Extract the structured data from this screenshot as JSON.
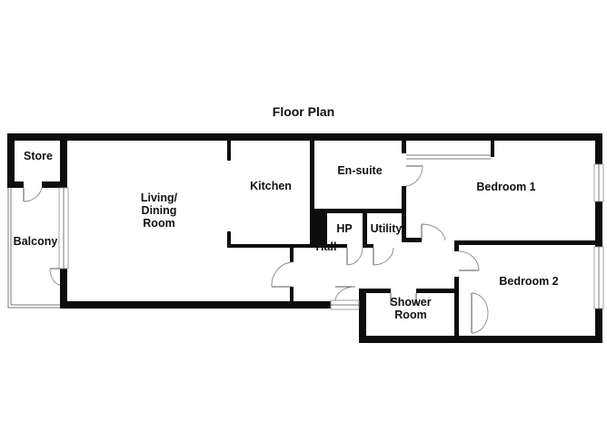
{
  "page": {
    "title": "Floor Plan"
  },
  "rooms": {
    "store": "Store",
    "balcony": "Balcony",
    "living_line1": "Living/",
    "living_line2": "Dining",
    "living_line3": "Room",
    "kitchen": "Kitchen",
    "ensuite": "En-suite",
    "bedroom1": "Bedroom 1",
    "hp": "HP",
    "utility": "Utility",
    "hall": "Hall",
    "shower_line1": "Shower",
    "shower_line2": "Room",
    "bedroom2": "Bedroom 2"
  },
  "colors": {
    "wall": "#0d0d0d",
    "background": "#ffffff",
    "fixture_line": "#8a8a8a"
  }
}
